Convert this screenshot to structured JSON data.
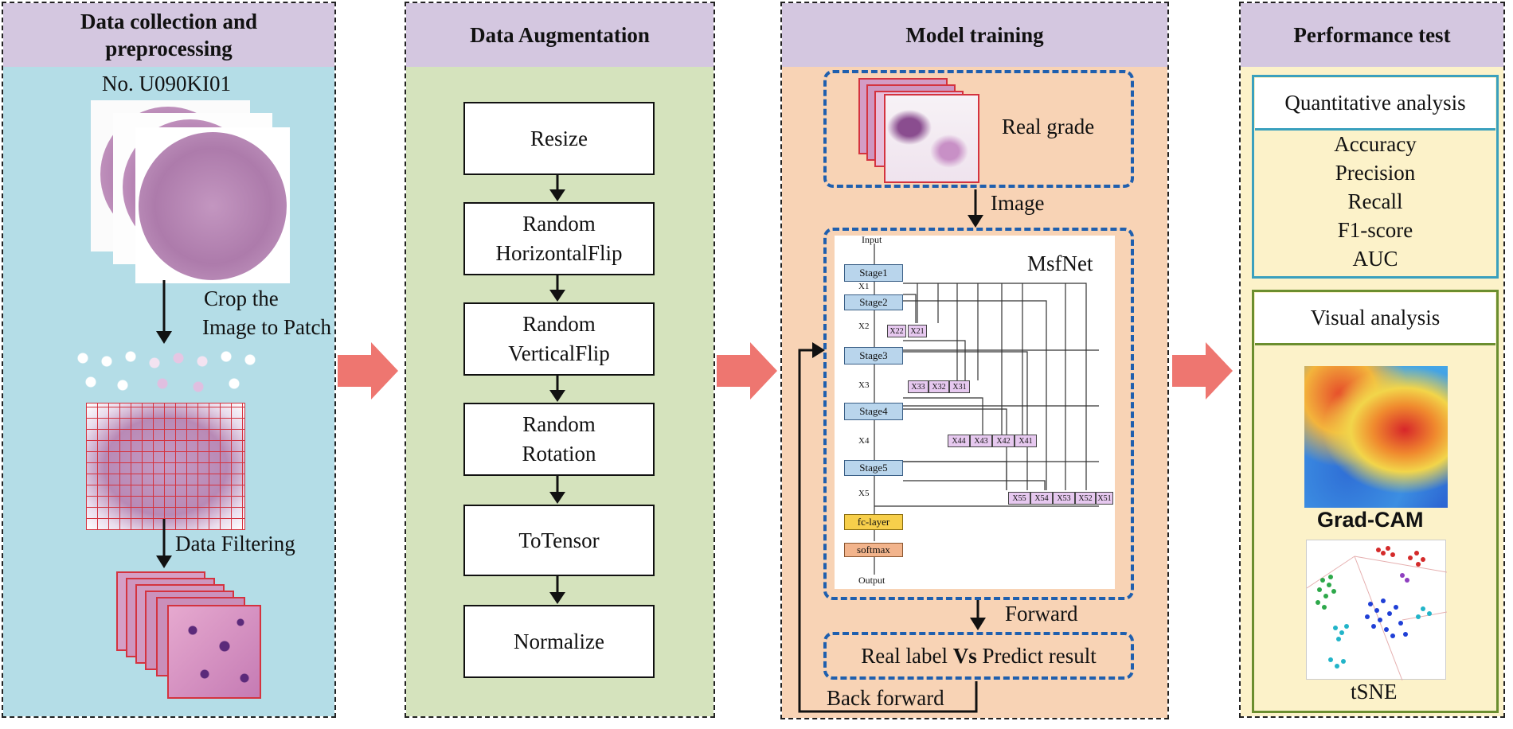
{
  "panel1": {
    "title_line1": "Data collection and",
    "title_line2": "preprocessing",
    "sample_id": "No. U090KI01",
    "crop_line1": "Crop the",
    "crop_line2": "Image to Patch",
    "filter_label": "Data Filtering"
  },
  "panel2": {
    "title": "Data Augmentation",
    "steps": [
      {
        "line1": "Resize",
        "line2": ""
      },
      {
        "line1": "Random",
        "line2": "HorizontalFlip"
      },
      {
        "line1": "Random",
        "line2": "VerticalFlip"
      },
      {
        "line1": "Random",
        "line2": "Rotation"
      },
      {
        "line1": "ToTensor",
        "line2": ""
      },
      {
        "line1": "Normalize",
        "line2": ""
      }
    ]
  },
  "panel3": {
    "title": "Model training",
    "real_grade": "Real grade",
    "image_label": "Image",
    "net_name": "MsfNet",
    "net": {
      "input": "Input",
      "output": "Output",
      "stages": [
        "Stage1",
        "Stage2",
        "Stage3",
        "Stage4",
        "Stage5"
      ],
      "x_labels": [
        "X1",
        "X2",
        "X3",
        "X4",
        "X5"
      ],
      "row2": [
        "X22",
        "X21"
      ],
      "row3": [
        "X33",
        "X32",
        "X31"
      ],
      "row4": [
        "X44",
        "X43",
        "X42",
        "X41"
      ],
      "row5": [
        "X55",
        "X54",
        "X53",
        "X52",
        "X51"
      ],
      "fc": "fc-layer",
      "softmax": "softmax"
    },
    "forward": "Forward",
    "compare_a": "Real label ",
    "compare_vs": "Vs",
    "compare_b": " Predict result",
    "back_forward": "Back forward"
  },
  "panel4": {
    "title": "Performance test",
    "quant_title": "Quantitative analysis",
    "metrics": [
      "Accuracy",
      "Precision",
      "Recall",
      "F1-score",
      "AUC"
    ],
    "visual_title": "Visual analysis",
    "gradcam": "Grad-CAM",
    "tsne": "tSNE"
  },
  "colors": {
    "title_bg": "#d4c7e0",
    "panel1_bg": "#b4dde7",
    "panel2_bg": "#d5e3bd",
    "panel3_bg": "#f8d3b5",
    "panel4_bg": "#fcf2c9",
    "arrow": "#ee7670",
    "dash_blue": "#1f5fae",
    "quant_border": "#3aa0be",
    "visual_border": "#6b8e2f"
  }
}
